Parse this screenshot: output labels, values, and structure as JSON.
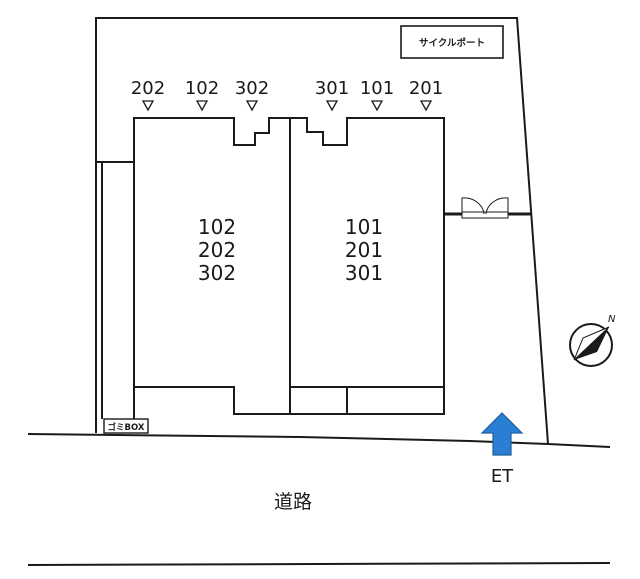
{
  "cycle_port": {
    "label": "サイクルポート"
  },
  "garbage_box": {
    "label": "ゴミBOX"
  },
  "road": {
    "label": "道路"
  },
  "entrance": {
    "label": "ET"
  },
  "west_building": {
    "unit_markers": [
      "202",
      "102",
      "302"
    ],
    "rooms": [
      "102",
      "202",
      "302"
    ]
  },
  "east_building": {
    "unit_markers": [
      "301",
      "101",
      "201"
    ],
    "rooms": [
      "101",
      "201",
      "301"
    ]
  },
  "colors": {
    "entrance_arrow": "#2a7fd4",
    "line": "#1a1a1a"
  },
  "icons": {
    "north_arrow": "north-arrow-icon",
    "gate": "gate-icon",
    "entrance": "entrance-arrow-icon"
  }
}
